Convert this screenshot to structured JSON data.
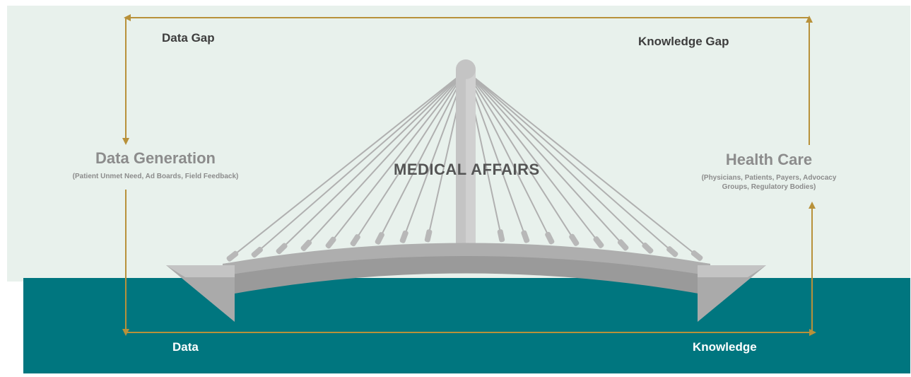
{
  "labels": {
    "top_left": "Data Gap",
    "top_right": "Knowledge Gap",
    "bottom_left": "Data",
    "bottom_right": "Knowledge",
    "center": "MEDICAL AFFAIRS"
  },
  "nodes": {
    "left": {
      "title": "Data Generation",
      "subtitle": "(Patient Unmet Need, Ad Boards, Field Feedback)"
    },
    "right": {
      "title": "Health Care",
      "subtitle_line1": "(Physicians, Patients, Payers, Advocacy",
      "subtitle_line2": "Groups, Regulatory Bodies)"
    }
  },
  "colors": {
    "sky": "#e8f1ec",
    "water": "#00767f",
    "arrow": "#b8913a",
    "bridge_light": "#c4c4c4",
    "bridge_mid": "#a9a9a9",
    "bridge_dark": "#9a9a9a",
    "cable": "#b0b0b0"
  }
}
